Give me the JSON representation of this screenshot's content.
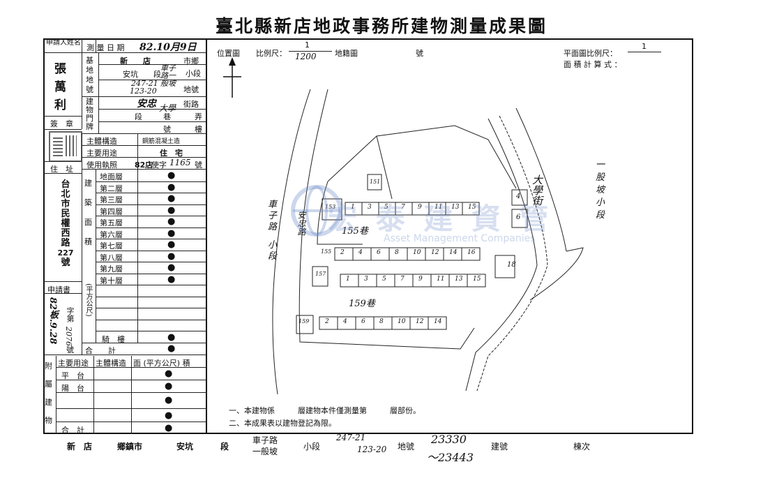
{
  "header": {
    "title": "臺北縣新店地政事務所建物測量成果圖"
  },
  "applicant": {
    "label": "申請人姓名",
    "name_chars": [
      "張",
      "萬",
      "利"
    ],
    "seal_label": "簽　章",
    "address_label": "住　址",
    "address_lines": [
      "台",
      "北",
      "市",
      "民",
      "權",
      "西",
      "路",
      "227",
      "號"
    ]
  },
  "survey_date": {
    "label": "測 量 日 期",
    "value": "82.10月9日"
  },
  "land": {
    "label_chars": [
      "基",
      "地",
      "地",
      "號"
    ],
    "town": "新　　店",
    "town_suffix": "市鄉",
    "section": "安坑　　段",
    "subsection_handwritten": "車子路一般坡",
    "subsection_suffix": "小段",
    "lot_numbers": [
      "247-21",
      "123-20"
    ],
    "lot_suffix": "地號"
  },
  "door_plate": {
    "label_chars": [
      "建",
      "物",
      "門",
      "牌"
    ],
    "street_handwritten": "安忠",
    "street_suffix": "街路",
    "line2": [
      "段",
      "巷",
      "弄"
    ],
    "line2_hand": "大學",
    "line3": [
      "號",
      "樓"
    ]
  },
  "structure": {
    "label": "主體構造",
    "value": "鋼筋混凝土造"
  },
  "main_use": {
    "label": "主要用途",
    "value": "住　宅"
  },
  "license": {
    "label": "使用執照",
    "prefix": "82店",
    "suffix": "使字",
    "number": "1165",
    "unit": "號"
  },
  "floors": {
    "side_label_chars": [
      "建",
      "築",
      "面",
      "積"
    ],
    "unit_label": "(平方公尺)",
    "rows": [
      "地面層",
      "第二層",
      "第三層",
      "第四層",
      "第五層",
      "第六層",
      "第七層",
      "第八層",
      "第九層",
      "第十層",
      "",
      "",
      "",
      "",
      ""
    ],
    "balcony_label": "騎　樓",
    "total_label": "合　　計",
    "mark": "●"
  },
  "application": {
    "label": "申請書",
    "word_hand": "82板.9.28",
    "word_label": "字第",
    "number_hand": "2076",
    "suffix": "號"
  },
  "attached": {
    "side_chars": [
      "附",
      "屬",
      "建",
      "物"
    ],
    "headers": [
      "主要用途",
      "主體構造",
      "面 (平方公尺) 積"
    ],
    "rows": [
      "平　台",
      "陽　台",
      "",
      ""
    ],
    "total_label": "合　計",
    "mark": "●"
  },
  "map_header": {
    "location_label": "位置圖",
    "scale_label": "比例尺：",
    "scale_num": "1",
    "scale_den_hand": "1200",
    "cadastral_label": "地籍圖",
    "cadastral_suffix": "號",
    "plan_scale_label": "平面圖比例尺：",
    "plan_scale_num": "1",
    "area_calc_label": "面 積 計 算 式 ："
  },
  "map_labels": {
    "road_left": [
      "車",
      "子",
      "路",
      "小",
      "段"
    ],
    "road_right": [
      "一",
      "股",
      "坡",
      "小",
      "段"
    ],
    "street_top": "大學街",
    "anzhong_road": "安忠路",
    "lane_155": "155巷",
    "lane_159": "159巷",
    "lot_numbers_row1": [
      "1",
      "3",
      "5",
      "7",
      "9",
      "11",
      "13",
      "15"
    ],
    "lot_numbers_row2": [
      "2",
      "4",
      "6",
      "8",
      "10",
      "12",
      "14",
      "16"
    ],
    "lot_numbers_row3": [
      "1",
      "3",
      "5",
      "7",
      "9",
      "11",
      "13",
      "15"
    ],
    "lot_numbers_row4": [
      "2",
      "4",
      "6",
      "8",
      "10",
      "12",
      "14"
    ],
    "other_numbers": [
      "151",
      "153",
      "155",
      "157",
      "159",
      "4",
      "6",
      "18"
    ]
  },
  "watermark": {
    "cn": "宏 泰 建 資 管",
    "en": "Asset Management Companies"
  },
  "notes": [
    "一、本建物係　　　層建物本件僅測量第　　　層部份。",
    "二、本成果表以建物登記為限。"
  ],
  "footer": {
    "town": "新　店",
    "town_suffix": "鄉鎮市",
    "section": "安坑",
    "section_suffix": "段",
    "subsection": [
      "車子路",
      "一般坡"
    ],
    "subsection_suffix": "小段",
    "lot_hand": [
      "247-21",
      "123-20"
    ],
    "lot_suffix": "地號",
    "building_hand": [
      "23330",
      "～23443"
    ],
    "building_suffix": "建號",
    "floor_label": "棟次"
  }
}
